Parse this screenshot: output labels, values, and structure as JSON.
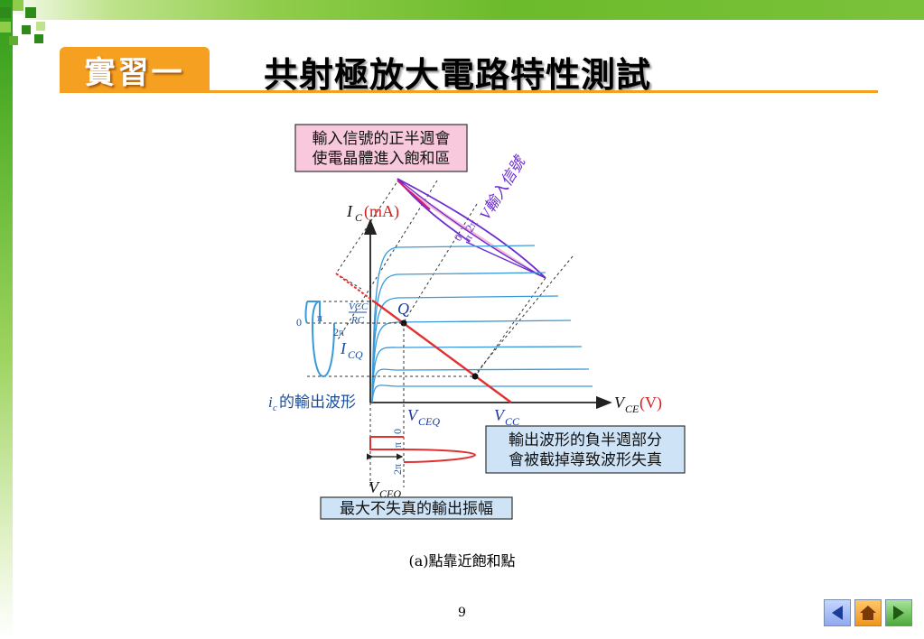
{
  "header": {
    "badge": "實習一",
    "title": "共射極放大電路特性測試"
  },
  "diagram": {
    "axis_y_symbol": "I",
    "axis_y_sub": "C",
    "axis_y_unit": "(mA)",
    "axis_x_symbol": "V",
    "axis_x_sub": "CE",
    "axis_x_unit": "(V)",
    "callout_top_line1": "輸入信號的正半週會",
    "callout_top_line2": "使電晶體進入飽和區",
    "input_signal_label": "V輸入信號",
    "input_pi": "π",
    "input_2pi": "2π",
    "input_zero": "0",
    "q_label": "Q",
    "vcc_over_rc_num": "VCC",
    "vcc_over_rc_den": "RC",
    "icq_symbol": "I",
    "icq_sub": "CQ",
    "left_zero": "0",
    "left_pi": "π",
    "left_2pi": "2π",
    "ic_waveform_label": "的輸出波形",
    "ic_symbol": "i",
    "ic_sub": "c",
    "vceq_symbol": "V",
    "vceq_sub": "CEQ",
    "vcc_symbol": "V",
    "vcc_sub": "CC",
    "callout_bottom_line1": "輸出波形的負半週部分",
    "callout_bottom_line2": "會被截掉導致波形失真",
    "out_zero": "0",
    "out_pi": "π",
    "out_2pi": "2π",
    "vceq_bottom_symbol": "V",
    "vceq_bottom_sub": "CEQ",
    "max_swing_label": "最大不失真的輸出振幅"
  },
  "caption": "(a)點靠近飽和點",
  "page_number": "9",
  "nav": {
    "prev_icon": "triangle-left",
    "home_icon": "house",
    "next_icon": "triangle-right"
  },
  "colors": {
    "accent_orange": "#f5a020",
    "load_line_red": "#e03030",
    "curve_blue": "#3a9ad9",
    "input_purple": "#6a2bd0",
    "callout_pink": "#f8c9dc",
    "callout_blue": "#cfe3f7"
  }
}
